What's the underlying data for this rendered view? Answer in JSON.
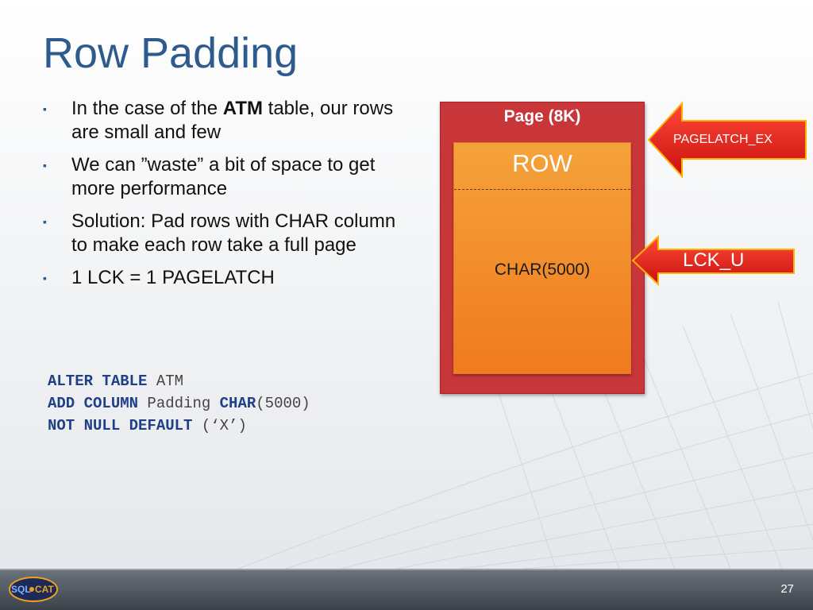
{
  "slide": {
    "title": "Row Padding",
    "page_number": "27"
  },
  "bullets": [
    {
      "before": "In the case of the ",
      "bold": "ATM",
      "after": " table, our rows are small and few"
    },
    {
      "text": "We can ”waste” a bit of space to get more performance"
    },
    {
      "text": "Solution: Pad rows with CHAR column to make each row take a full page"
    },
    {
      "text": "1 LCK = 1 PAGELATCH"
    }
  ],
  "sql": {
    "line1": {
      "kw": "ALTER TABLE",
      "rest": " ATM"
    },
    "line2": {
      "kw1": "ADD COLUMN",
      "mid": " Padding ",
      "kw2": "CHAR",
      "rest": "(5000)"
    },
    "line3": {
      "kw": "NOT NULL DEFAULT",
      "rest": " (‘X’)"
    }
  },
  "diagram": {
    "page_label": "Page (8K)",
    "row_label": "ROW",
    "column_label": "CHAR(5000)",
    "arrow_top_label": "PAGELATCH_EX",
    "arrow_bottom_label": "LCK_U"
  },
  "logo": {
    "part1": "SQL",
    "part2": "CAT"
  },
  "colors": {
    "title": "#2e5b8e",
    "page_box": "#c9363a",
    "row_box": "#f07a1f",
    "arrow": "#e82020",
    "sql_keyword": "#1f3f86"
  }
}
